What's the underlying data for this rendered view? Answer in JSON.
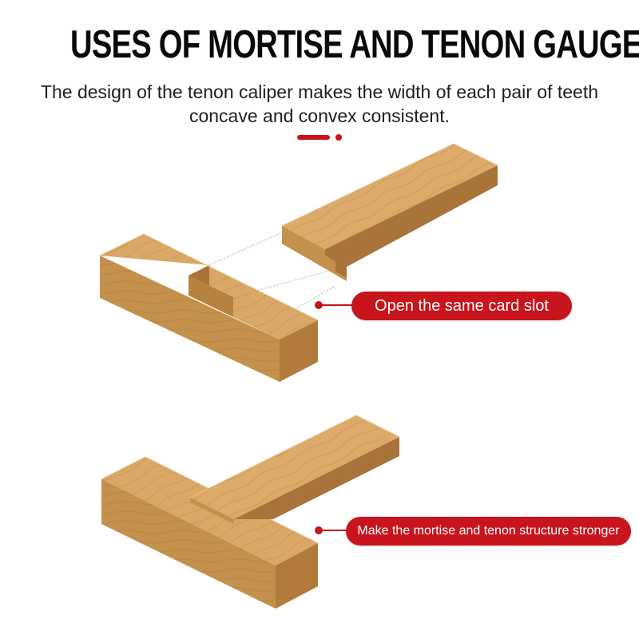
{
  "header": {
    "title": "USES OF MORTISE AND TENON GAUGES",
    "subtitle": "The design of the tenon caliper makes the width of each pair of teeth concave and convex consistent."
  },
  "callouts": [
    {
      "label": "Open the same card slot",
      "icon": "red-dot-marker"
    },
    {
      "label": "Make the mortise and tenon structure stronger",
      "icon": "red-dot-marker"
    }
  ],
  "colors": {
    "accent_red": "#c8141c",
    "wood_top": "#d9a866",
    "wood_front": "#c4914c",
    "wood_side": "#a8743a",
    "wood_dark": "#8a5c2a"
  }
}
